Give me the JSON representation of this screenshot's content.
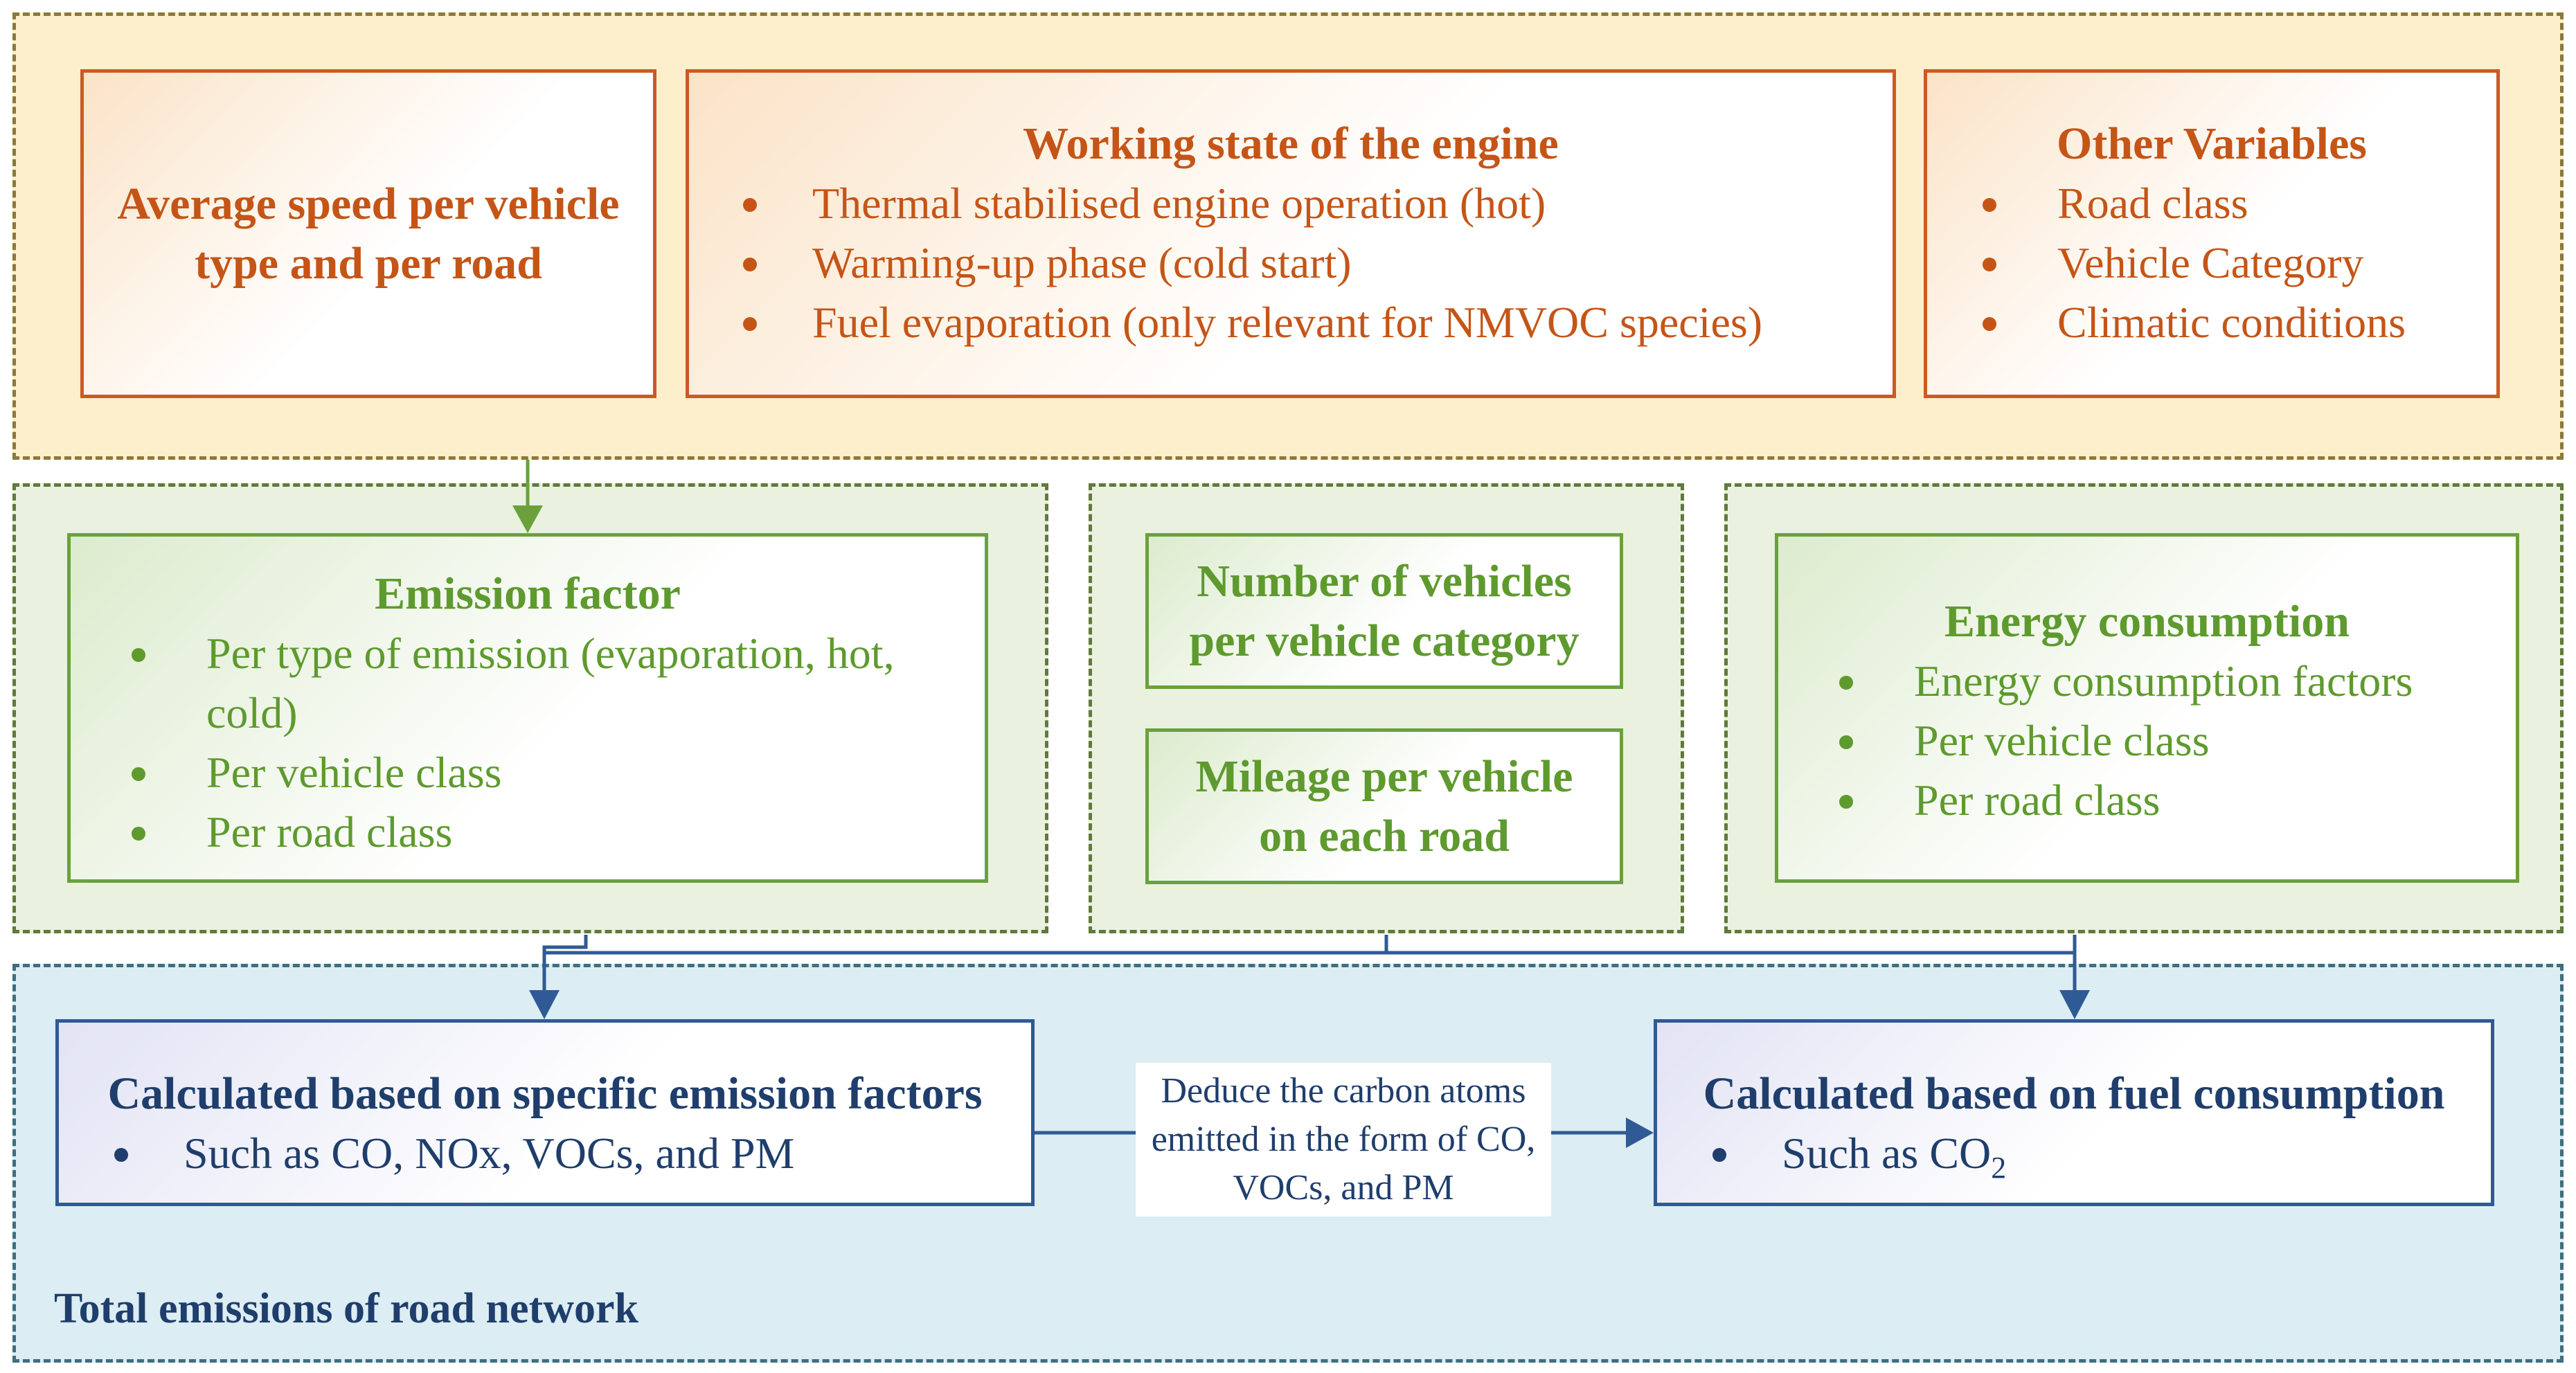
{
  "inputs": {
    "speed": {
      "title": "Average speed per vehicle type and per road"
    },
    "engine": {
      "title": "Working state of the engine",
      "items": [
        "Thermal stabilised engine operation (hot)",
        "Warming-up phase (cold start)",
        "Fuel evaporation (only relevant for NMVOC species)"
      ]
    },
    "other": {
      "title": "Other Variables",
      "items": [
        "Road class",
        "Vehicle Category",
        "Climatic conditions"
      ]
    }
  },
  "factors": {
    "emission_factor": {
      "title": "Emission factor",
      "items": [
        "Per type of emission (evaporation, hot, cold)",
        "Per vehicle class",
        "Per road class"
      ]
    },
    "vehicles": {
      "title": "Number of vehicles per vehicle category"
    },
    "mileage": {
      "title": "Mileage per vehicle on each road"
    },
    "energy": {
      "title": "Energy consumption",
      "items": [
        "Energy consumption factors",
        "Per vehicle class",
        "Per road class"
      ]
    }
  },
  "totals": {
    "specific": {
      "title": "Calculated based on specific emission factors",
      "items": [
        "Such as CO, NOx, VOCs, and PM"
      ]
    },
    "fuel": {
      "title": "Calculated based on fuel consumption",
      "item_prefix": "Such as CO",
      "item_subscript": "2"
    },
    "deduce_label": "Deduce the carbon atoms emitted in the form of CO, VOCs, and PM",
    "region_label": "Total emissions of road network"
  },
  "colors": {
    "orange": "#c55517",
    "green": "#5e9a2e",
    "navy": "#1f3e6c"
  }
}
